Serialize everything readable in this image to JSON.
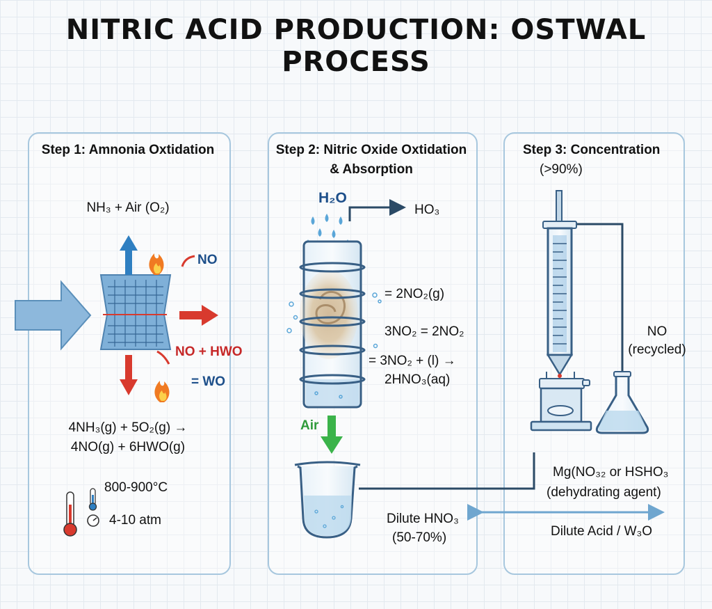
{
  "title": "NITRIC ACID PRODUCTION: OSTWAL PROCESS",
  "step1": {
    "heading": "Step 1: Amnonia Oxtidation",
    "feed": "NH₃ + Air (O₂)",
    "label_no": "NO",
    "label_no_hwo": "NO + HWO",
    "label_wo": "= WO",
    "equation_line1": "4NH₃(g) + 5O₂(g) →",
    "equation_line2": "4NO(g) + 6HWO(g)",
    "temperature": "800-900°C",
    "pressure": "4-10 atm"
  },
  "step2": {
    "heading_line1": "Step 2: Nitric Oxide Oxtidation",
    "heading_line2": "& Absorption",
    "water": "H₂O",
    "outlet": "HO₃",
    "reaction1": "= 2NO₂(g)",
    "reaction2": "3NO₂ = 2NO₂",
    "reaction3_line1": "= 3NO₂ + (l) →",
    "reaction3_line2": "2HNO₃(aq)",
    "air": "Air",
    "product_line1": "Dilute HNO₃",
    "product_line2": "(50-70%)"
  },
  "step3": {
    "heading_line1": "Step 3: Concentration",
    "heading_line2": "(>90%)",
    "recycle_line1": "NO",
    "recycle_line2": "(recycled)",
    "agent_line1": "Mg(NO₃₂ or HSHO₃",
    "agent_line2": "(dehydrating agent)",
    "byproduct": "Dilute Acid / W₃O"
  },
  "colors": {
    "panel_border": "#a7c7de",
    "arrow_blue": "#2f7fc1",
    "arrow_red": "#d83a2e",
    "arrow_green": "#3bb34a",
    "text_blue": "#1d4f8a",
    "glass": "#cfe3f1"
  }
}
